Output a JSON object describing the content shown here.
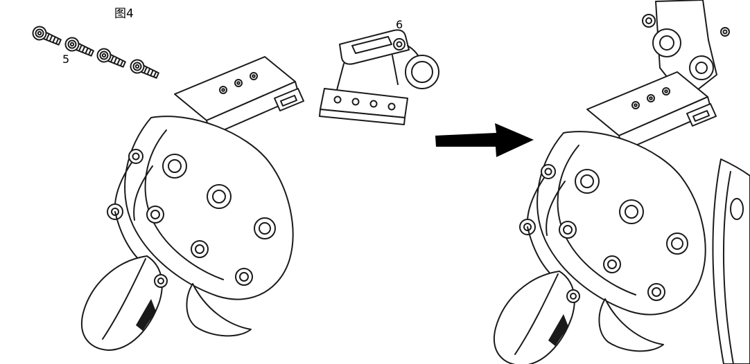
{
  "figure": {
    "title": "图4",
    "callout_screws": "5",
    "callout_bracket": "6"
  },
  "parts": {
    "screws": {
      "label": "5",
      "name": "socket-head-screws",
      "count": 4
    },
    "bracket": {
      "label": "6",
      "name": "mounting-bracket"
    },
    "left_assembly": {
      "name": "gripper-before-installation"
    },
    "right_assembly": {
      "name": "gripper-installed-on-robot-arm"
    }
  },
  "colors": {
    "line": "#1a1a1a",
    "background": "#ffffff",
    "arrow": "#000000"
  }
}
